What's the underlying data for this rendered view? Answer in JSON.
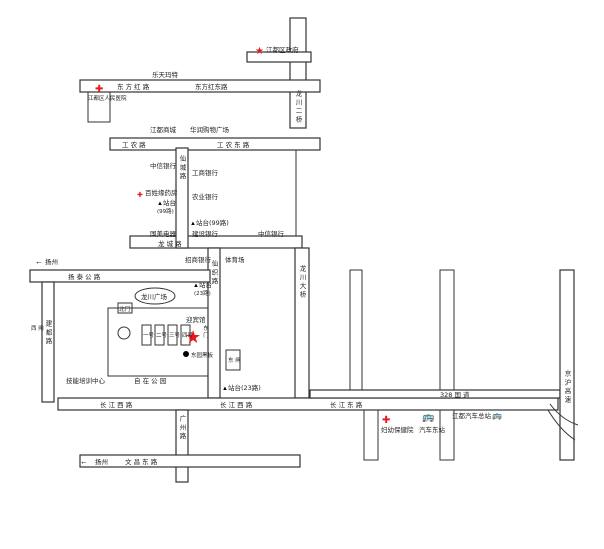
{
  "roads": {
    "lexian_road": "乐天玛特",
    "dongfang_road_w": "东 方 红 路",
    "dongfang_road_e": "东方红东路",
    "gongnong_road_w": "工 农 路",
    "gongnong_road_e": "工 农 东 路",
    "longcheng_road": "龙 城 路",
    "yangtai_road": "扬 泰 公 路",
    "changjiang_w": "长 江 西 路",
    "changjiang_w2": "长 江 西 路",
    "changjiang_e": "长 江 东 路",
    "guodao": "328 国 道",
    "wenchang_road": "文 昌 东 路",
    "longchuan_2qiao": "龙 川 二 桥",
    "longchuan_dadao": "龙 川 大 桥",
    "xian_road_v": "仙 城 路",
    "xian_road_v2": "仙 织 路",
    "guangzhou_road": "广 州 路",
    "jianmin_road": "建 都 路",
    "jinghu_gaosu": "京 沪 高 速",
    "dongmen": "东 门",
    "xizha": "西 闸",
    "dongzha": "东 闸",
    "beimen": "北门"
  },
  "places": {
    "gov": "江都区政府",
    "hospital": "江都区人民医院",
    "jiangdu_mall": "江都商城",
    "shopping_plaza": "华润购物广场",
    "zhongxin_bank": "中信银行",
    "gongshang_bank": "工商银行",
    "baixing_pharmacy": "百姓缘药房",
    "station_99": "站台",
    "station_99_sub": "(99路)",
    "nongye_bank": "农业银行",
    "station_99b": "站台(99路)",
    "guomei": "国美电器",
    "jianshe_bank": "建设银行",
    "zhongxin_bank2": "中信银行",
    "zhaoshang_bank": "招商银行",
    "tiyuchang": "体育场",
    "longchuan_square": "龙川广场",
    "station_23": "站台",
    "station_23_sub": "(23路)",
    "yingbinguan": "迎宾馆",
    "jineng_center": "技能培训中心",
    "zizai_park": "自 在 公 园",
    "station_23b": "站台(23路)",
    "fuyou": "妇幼保健院",
    "qiche_station": "汽车东站",
    "bus_terminal": "江都汽车总站",
    "yangzhou_1": "扬州",
    "yangzhou_2": "扬州",
    "yuan_1": "一号",
    "yuan_2": "二号",
    "yuan_3": "三号",
    "yuan_4": "四号",
    "shizhang": "东园黑板"
  },
  "colors": {
    "red": "#e8191c",
    "line": "#333333"
  }
}
